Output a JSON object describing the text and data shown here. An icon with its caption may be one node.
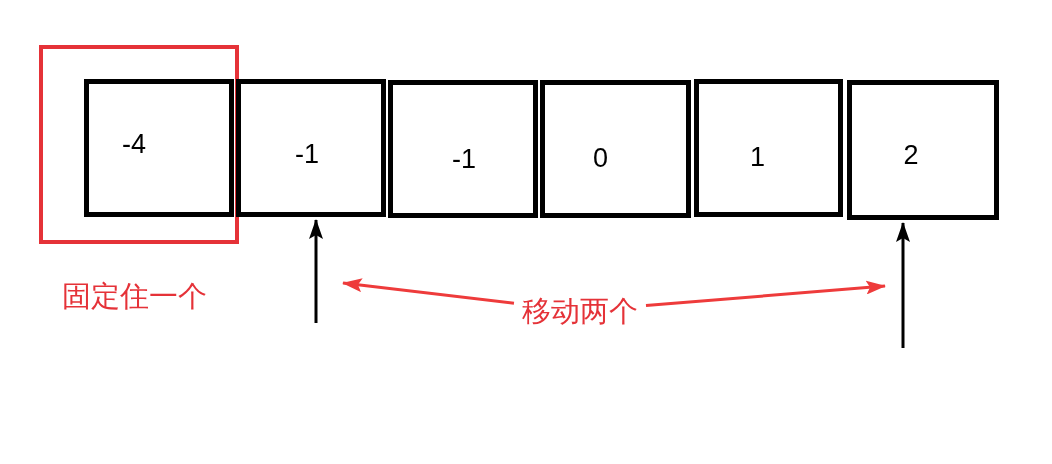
{
  "diagram": {
    "nodes": [
      {
        "text": [
          "固定住一个"
        ]
      },
      {
        "text": [
          "-4"
        ],
        "in": 0
      },
      {
        "text": [
          "-1"
        ]
      },
      {
        "text": [
          "-1"
        ]
      },
      {
        "text": [
          "0"
        ]
      },
      {
        "text": [
          "1"
        ]
      },
      {
        "text": [
          "2"
        ]
      },
      {
        "text": [
          "移动两个"
        ]
      }
    ],
    "edges": [
      {
        "from": null,
        "to": 2,
        "arrow": "to"
      },
      {
        "from": null,
        "to": 6,
        "arrow": "to"
      },
      {
        "from": 7,
        "to": null,
        "arrow": "to",
        "color": "#ee3b3b"
      },
      {
        "from": 7,
        "to": null,
        "arrow": "to",
        "color": "#ee3b3b"
      }
    ]
  }
}
